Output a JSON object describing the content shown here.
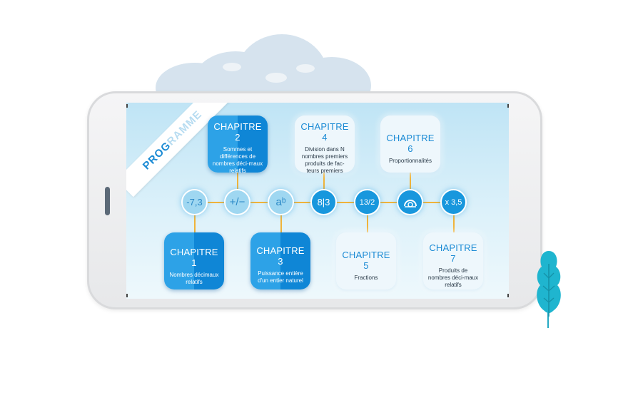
{
  "ribbon": {
    "part1": "PROG",
    "part2": "RAMME"
  },
  "chapters": [
    {
      "title": "CHAPITRE 1",
      "desc": "Nombres décimaux relatifs"
    },
    {
      "title": "CHAPITRE 2",
      "desc": "Sommes et différences de nombres déci-maux relatifs"
    },
    {
      "title": "CHAPITRE 3",
      "desc": "Puissance entière d'un entier naturel"
    },
    {
      "title": "CHAPITRE 4",
      "desc": "Division dans N nombres premiers produits de fac-teurs premiers"
    },
    {
      "title": "CHAPITRE 5",
      "desc": "Fractions"
    },
    {
      "title": "CHAPITRE 6",
      "desc": "Proportionnalités"
    },
    {
      "title": "CHAPITRE 7",
      "desc": "Produits de nombres déci-maux relatifs"
    }
  ],
  "nodes": [
    {
      "text": "-7,3"
    },
    {
      "text": "+/−"
    },
    {
      "text": "aᵇ"
    },
    {
      "text": "8|3"
    },
    {
      "text": "13/2"
    },
    {
      "text": ""
    },
    {
      "text": "x 3,5"
    }
  ],
  "colors": {
    "accent": "#1a8ad4",
    "timeline": "#f0b33a",
    "tree": "#1fb5cf"
  }
}
